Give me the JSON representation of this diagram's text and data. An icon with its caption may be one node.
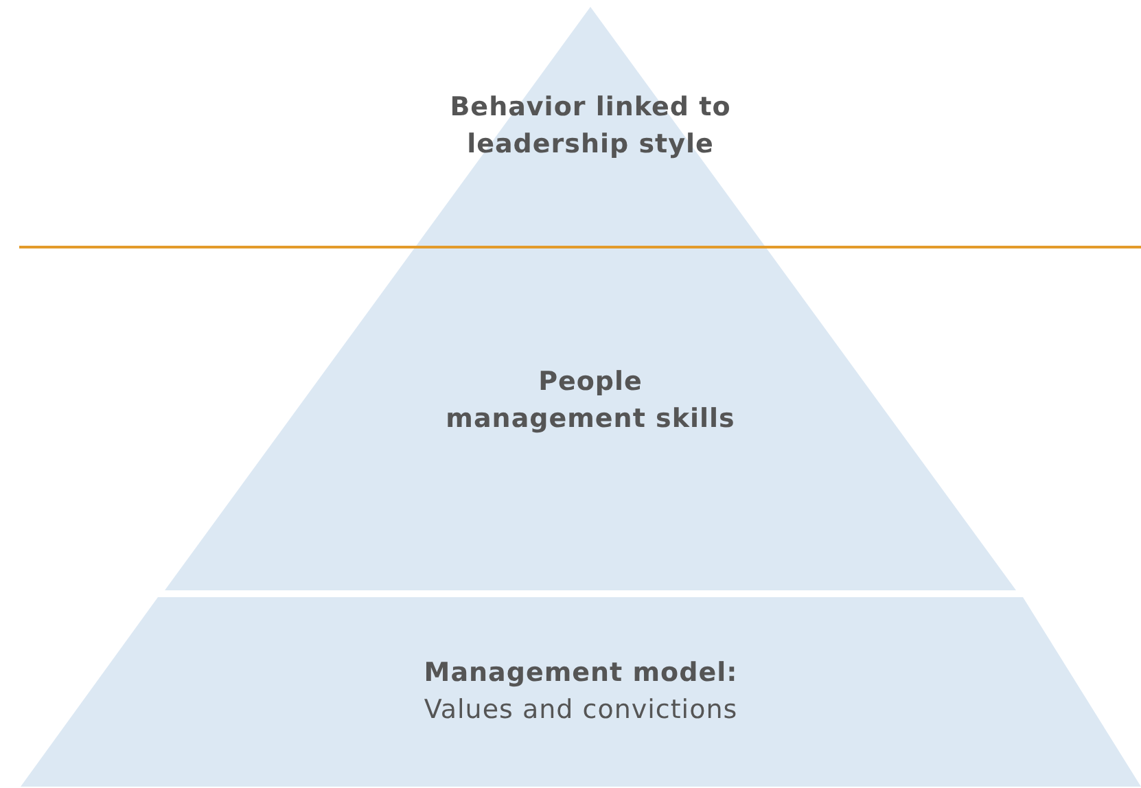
{
  "diagram": {
    "nodes": [
      {
        "text": [
          "Behavior linked to leadership style"
        ]
      },
      {
        "text": [
          "People management skills"
        ]
      },
      {
        "text": [
          "Management model:",
          "Values and convictions"
        ]
      }
    ]
  }
}
